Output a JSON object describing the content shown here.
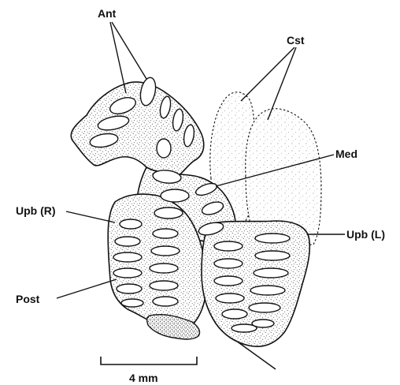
{
  "labels": {
    "ant": "Ant",
    "cst": "Cst",
    "med": "Med",
    "upb_r": "Upb (R)",
    "upb_l": "Upb (L)",
    "post": "Post"
  },
  "scale_bar": {
    "label": "4 mm"
  },
  "colors": {
    "ink": "#111111",
    "background": "#ffffff"
  }
}
